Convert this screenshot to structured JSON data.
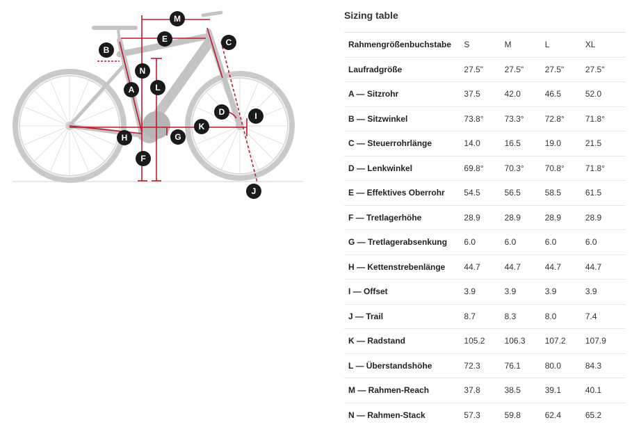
{
  "table": {
    "title": "Sizing table",
    "header": {
      "label": "Rahmengrößenbuchstabe",
      "sizes": [
        "S",
        "M",
        "L",
        "XL"
      ]
    },
    "rows": [
      {
        "label": "Laufradgröße",
        "values": [
          "27.5\"",
          "27.5\"",
          "27.5\"",
          "27.5\""
        ]
      },
      {
        "label": "A — Sitzrohr",
        "values": [
          "37.5",
          "42.0",
          "46.5",
          "52.0"
        ]
      },
      {
        "label": "B — Sitzwinkel",
        "values": [
          "73.8°",
          "73.3°",
          "72.8°",
          "71.8°"
        ]
      },
      {
        "label": "C — Steuerrohrlänge",
        "values": [
          "14.0",
          "16.5",
          "19.0",
          "21.5"
        ]
      },
      {
        "label": "D — Lenkwinkel",
        "values": [
          "69.8°",
          "70.3°",
          "70.8°",
          "71.8°"
        ]
      },
      {
        "label": "E — Effektives Oberrohr",
        "values": [
          "54.5",
          "56.5",
          "58.5",
          "61.5"
        ]
      },
      {
        "label": "F — Tretlagerhöhe",
        "values": [
          "28.9",
          "28.9",
          "28.9",
          "28.9"
        ]
      },
      {
        "label": "G — Tretlagerabsenkung",
        "values": [
          "6.0",
          "6.0",
          "6.0",
          "6.0"
        ]
      },
      {
        "label": "H — Kettenstrebenlänge",
        "values": [
          "44.7",
          "44.7",
          "44.7",
          "44.7"
        ]
      },
      {
        "label": "I — Offset",
        "values": [
          "3.9",
          "3.9",
          "3.9",
          "3.9"
        ]
      },
      {
        "label": "J — Trail",
        "values": [
          "8.7",
          "8.3",
          "8.0",
          "7.4"
        ]
      },
      {
        "label": "K — Radstand",
        "values": [
          "105.2",
          "106.3",
          "107.2",
          "107.9"
        ]
      },
      {
        "label": "L — Überstandshöhe",
        "values": [
          "72.3",
          "76.1",
          "80.0",
          "84.3"
        ]
      },
      {
        "label": "M — Rahmen-Reach",
        "values": [
          "37.8",
          "38.5",
          "39.1",
          "40.1"
        ]
      },
      {
        "label": "N — Rahmen-Stack",
        "values": [
          "57.3",
          "59.8",
          "62.4",
          "65.2"
        ]
      }
    ]
  },
  "diagram": {
    "markers": [
      "M",
      "E",
      "C",
      "B",
      "N",
      "A",
      "L",
      "D",
      "I",
      "K",
      "H",
      "G",
      "F",
      "J"
    ],
    "colors": {
      "bike": "#c9c9c9",
      "measure": "#c0182c",
      "marker": "#1a1a1a"
    }
  }
}
